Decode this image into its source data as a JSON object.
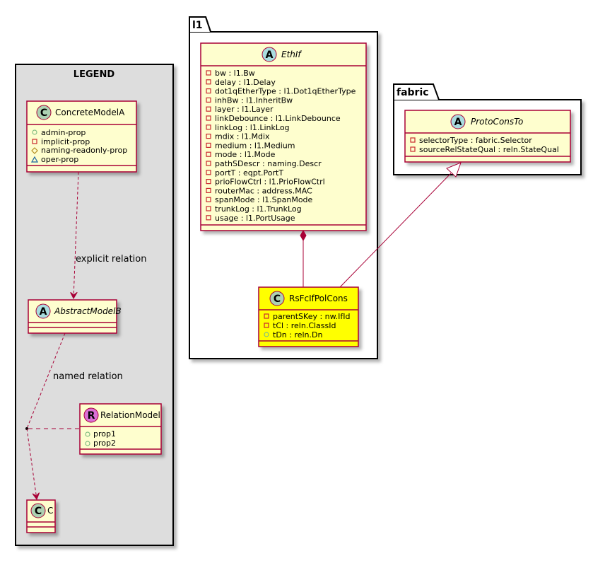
{
  "colors": {
    "class_fill": "#FEFECE",
    "highlight_fill": "#FFFF00",
    "border": "#A80036",
    "legend_fill": "#DDDDDD",
    "circle_class": "#ADD1B2",
    "circle_abstract": "#A9DCDF",
    "circle_relation": "#DA70D6",
    "private_marker": "#C82930",
    "public_marker": "#84BE84",
    "protected_marker": "#B38D22",
    "package_marker": "#1963A0"
  },
  "legend": {
    "title": "LEGEND",
    "concrete": {
      "letter": "C",
      "name": "ConcreteModelA",
      "attrs": [
        "admin-prop",
        "implicit-prop",
        "naming-readonly-prop",
        "oper-prop"
      ]
    },
    "abstract": {
      "letter": "A",
      "name": "AbstractModelB"
    },
    "relation": {
      "letter": "R",
      "name": "RelationModel",
      "attrs": [
        "prop1",
        "prop2"
      ]
    },
    "target": {
      "letter": "C",
      "name": "C"
    },
    "explicit_label": "explicit relation",
    "named_label": "named relation"
  },
  "l1": {
    "package": "l1",
    "ethif": {
      "letter": "A",
      "name": "EthIf",
      "attrs": [
        "bw : l1.Bw",
        "delay : l1.Delay",
        "dot1qEtherType : l1.Dot1qEtherType",
        "inhBw : l1.InheritBw",
        "layer : l1.Layer",
        "linkDebounce : l1.LinkDebounce",
        "linkLog : l1.LinkLog",
        "mdix : l1.Mdix",
        "medium : l1.Medium",
        "mode : l1.Mode",
        "pathSDescr : naming.Descr",
        "portT : eqpt.PortT",
        "prioFlowCtrl : l1.PrioFlowCtrl",
        "routerMac : address.MAC",
        "spanMode : l1.SpanMode",
        "trunkLog : l1.TrunkLog",
        "usage : l1.PortUsage"
      ]
    },
    "rs": {
      "letter": "C",
      "name": "RsFcIfPolCons",
      "attrs": [
        "parentSKey : nw.IfId",
        "tCl : reln.ClassId",
        "tDn : reln.Dn"
      ]
    }
  },
  "fabric": {
    "package": "fabric",
    "proto": {
      "letter": "A",
      "name": "ProtoConsTo",
      "attrs": [
        "selectorType : fabric.Selector",
        "sourceRelStateQual : reln.StateQual"
      ]
    }
  }
}
